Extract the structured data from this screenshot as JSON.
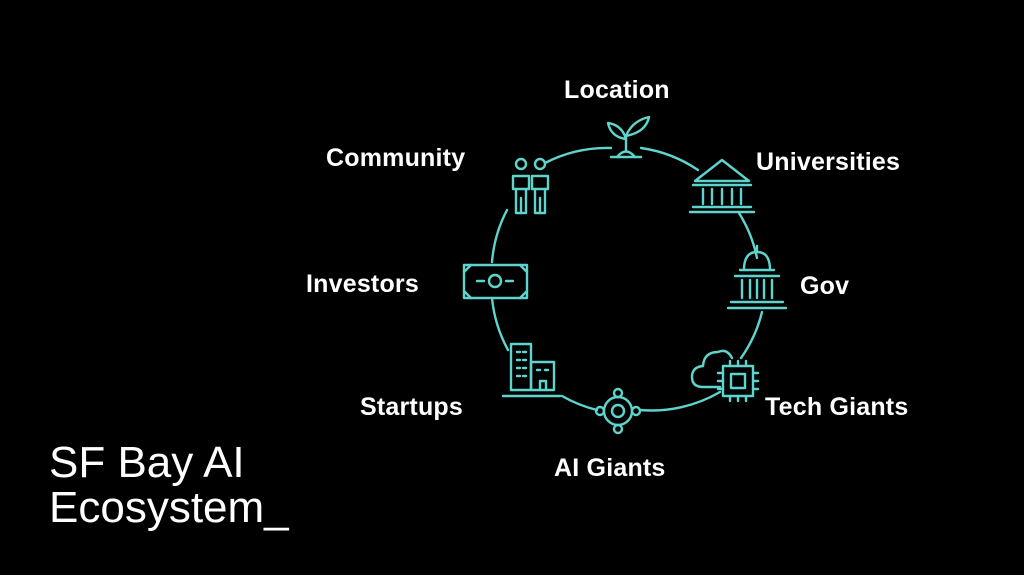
{
  "title": {
    "line1": "SF Bay AI",
    "line2": "Ecosystem_"
  },
  "colors": {
    "background": "#000000",
    "accent": "#5ed4cc",
    "text": "#ffffff"
  },
  "nodes": [
    {
      "id": "location",
      "label": "Location",
      "icon": "sprout-icon"
    },
    {
      "id": "universities",
      "label": "Universities",
      "icon": "university-building-icon"
    },
    {
      "id": "gov",
      "label": "Gov",
      "icon": "capitol-dome-icon"
    },
    {
      "id": "tech-giants",
      "label": "Tech Giants",
      "icon": "cloud-chip-icon"
    },
    {
      "id": "ai-giants",
      "label": "AI Giants",
      "icon": "network-hub-icon"
    },
    {
      "id": "startups",
      "label": "Startups",
      "icon": "office-buildings-icon"
    },
    {
      "id": "investors",
      "label": "Investors",
      "icon": "banknote-icon"
    },
    {
      "id": "community",
      "label": "Community",
      "icon": "two-people-icon"
    }
  ]
}
